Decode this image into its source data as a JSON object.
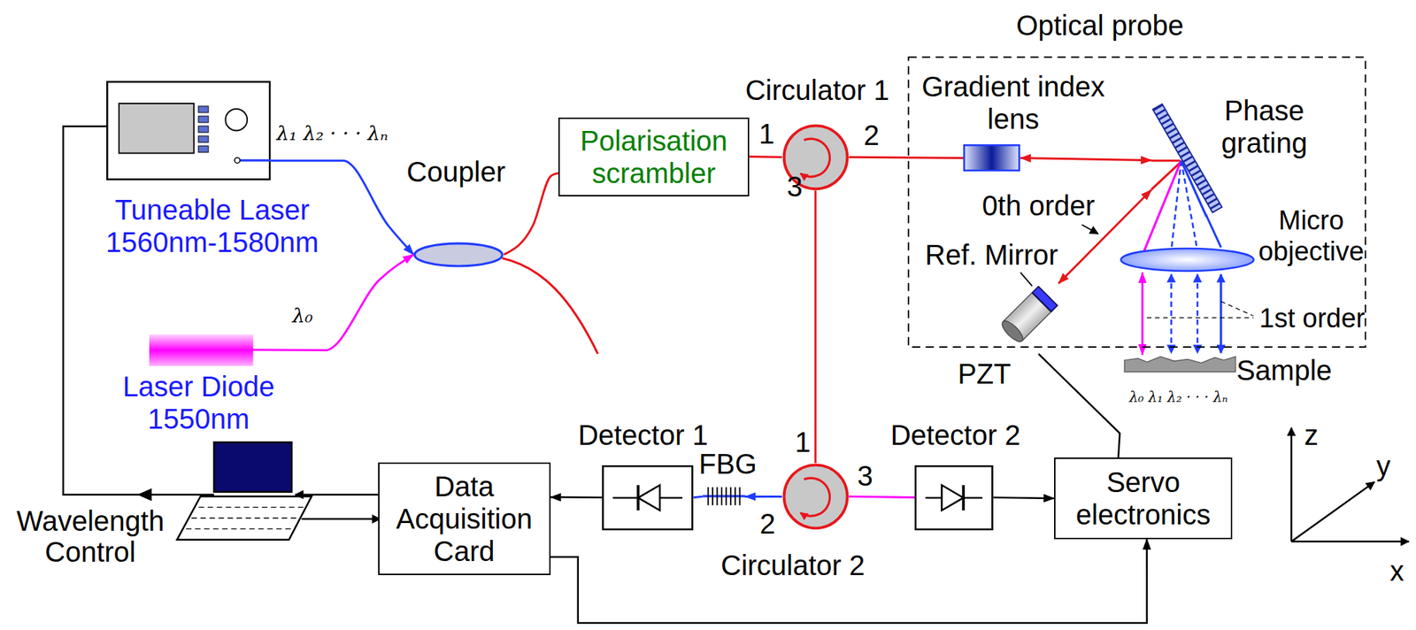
{
  "diagram": {
    "nodes": [
      {
        "text": [
          "Tuneable Laser 1560nm-1580nm"
        ]
      },
      {
        "text": [
          "Laser Diode 1550nm"
        ]
      },
      {
        "text": [
          "Coupler"
        ]
      },
      {
        "text": [
          "Polarisation scrambler"
        ]
      },
      {
        "text": [
          "Circulator 1"
        ]
      },
      {
        "text": [
          "Optical probe"
        ]
      },
      {
        "text": [
          "Gradient index lens"
        ],
        "in": 5
      },
      {
        "text": [
          "Phase grating"
        ],
        "in": 5
      },
      {
        "text": [
          "Ref. Mirror"
        ],
        "in": 5
      },
      {
        "text": [
          "Micro objective"
        ],
        "in": 5
      },
      {
        "text": [
          "PZT"
        ]
      },
      {
        "text": [
          "Sample"
        ]
      },
      {
        "text": [
          "Detector 1"
        ]
      },
      {
        "text": [
          "FBG"
        ]
      },
      {
        "text": [
          "Circulator 2"
        ]
      },
      {
        "text": [
          "Detector 2"
        ]
      },
      {
        "text": [
          "Data Acquisition Card"
        ]
      },
      {
        "text": [
          "Servo electronics"
        ]
      }
    ],
    "edges": [
      {
        "from": 0,
        "to": 2,
        "arrow": "to"
      },
      {
        "from": 1,
        "to": 2,
        "arrow": "to"
      },
      {
        "from": 2,
        "to": 3,
        "arrow": "none"
      },
      {
        "from": 3,
        "to": 4,
        "arrow": "none"
      },
      {
        "from": 4,
        "to": 6,
        "arrow": "none"
      },
      {
        "from": 6,
        "to": 7,
        "arrow": "both"
      },
      {
        "from": 7,
        "to": 8,
        "label": "0th order",
        "arrow": "both"
      },
      {
        "from": 7,
        "to": 9,
        "arrow": "none"
      },
      {
        "from": 9,
        "to": 11,
        "arrow": "both"
      },
      {
        "from": 4,
        "to": 14,
        "arrow": "none"
      },
      {
        "from": 14,
        "to": 13,
        "arrow": "to"
      },
      {
        "from": 13,
        "to": 12,
        "arrow": "none"
      },
      {
        "from": 14,
        "to": 15,
        "arrow": "none"
      },
      {
        "from": 15,
        "to": 17,
        "arrow": "to"
      },
      {
        "from": 12,
        "to": 16,
        "arrow": "to"
      },
      {
        "from": 17,
        "to": 10,
        "arrow": "none"
      },
      {
        "from": 16,
        "to": 17,
        "arrow": "to"
      }
    ],
    "labels": [
      "λ₁ λ₂ · · · λₙ",
      "λ₀",
      "1",
      "2",
      "3",
      "1st order",
      "λ₀ λ₁ λ₂ · · · λₙ",
      "1",
      "2",
      "3",
      "Wavelength Control",
      "z",
      "y",
      "x"
    ]
  }
}
